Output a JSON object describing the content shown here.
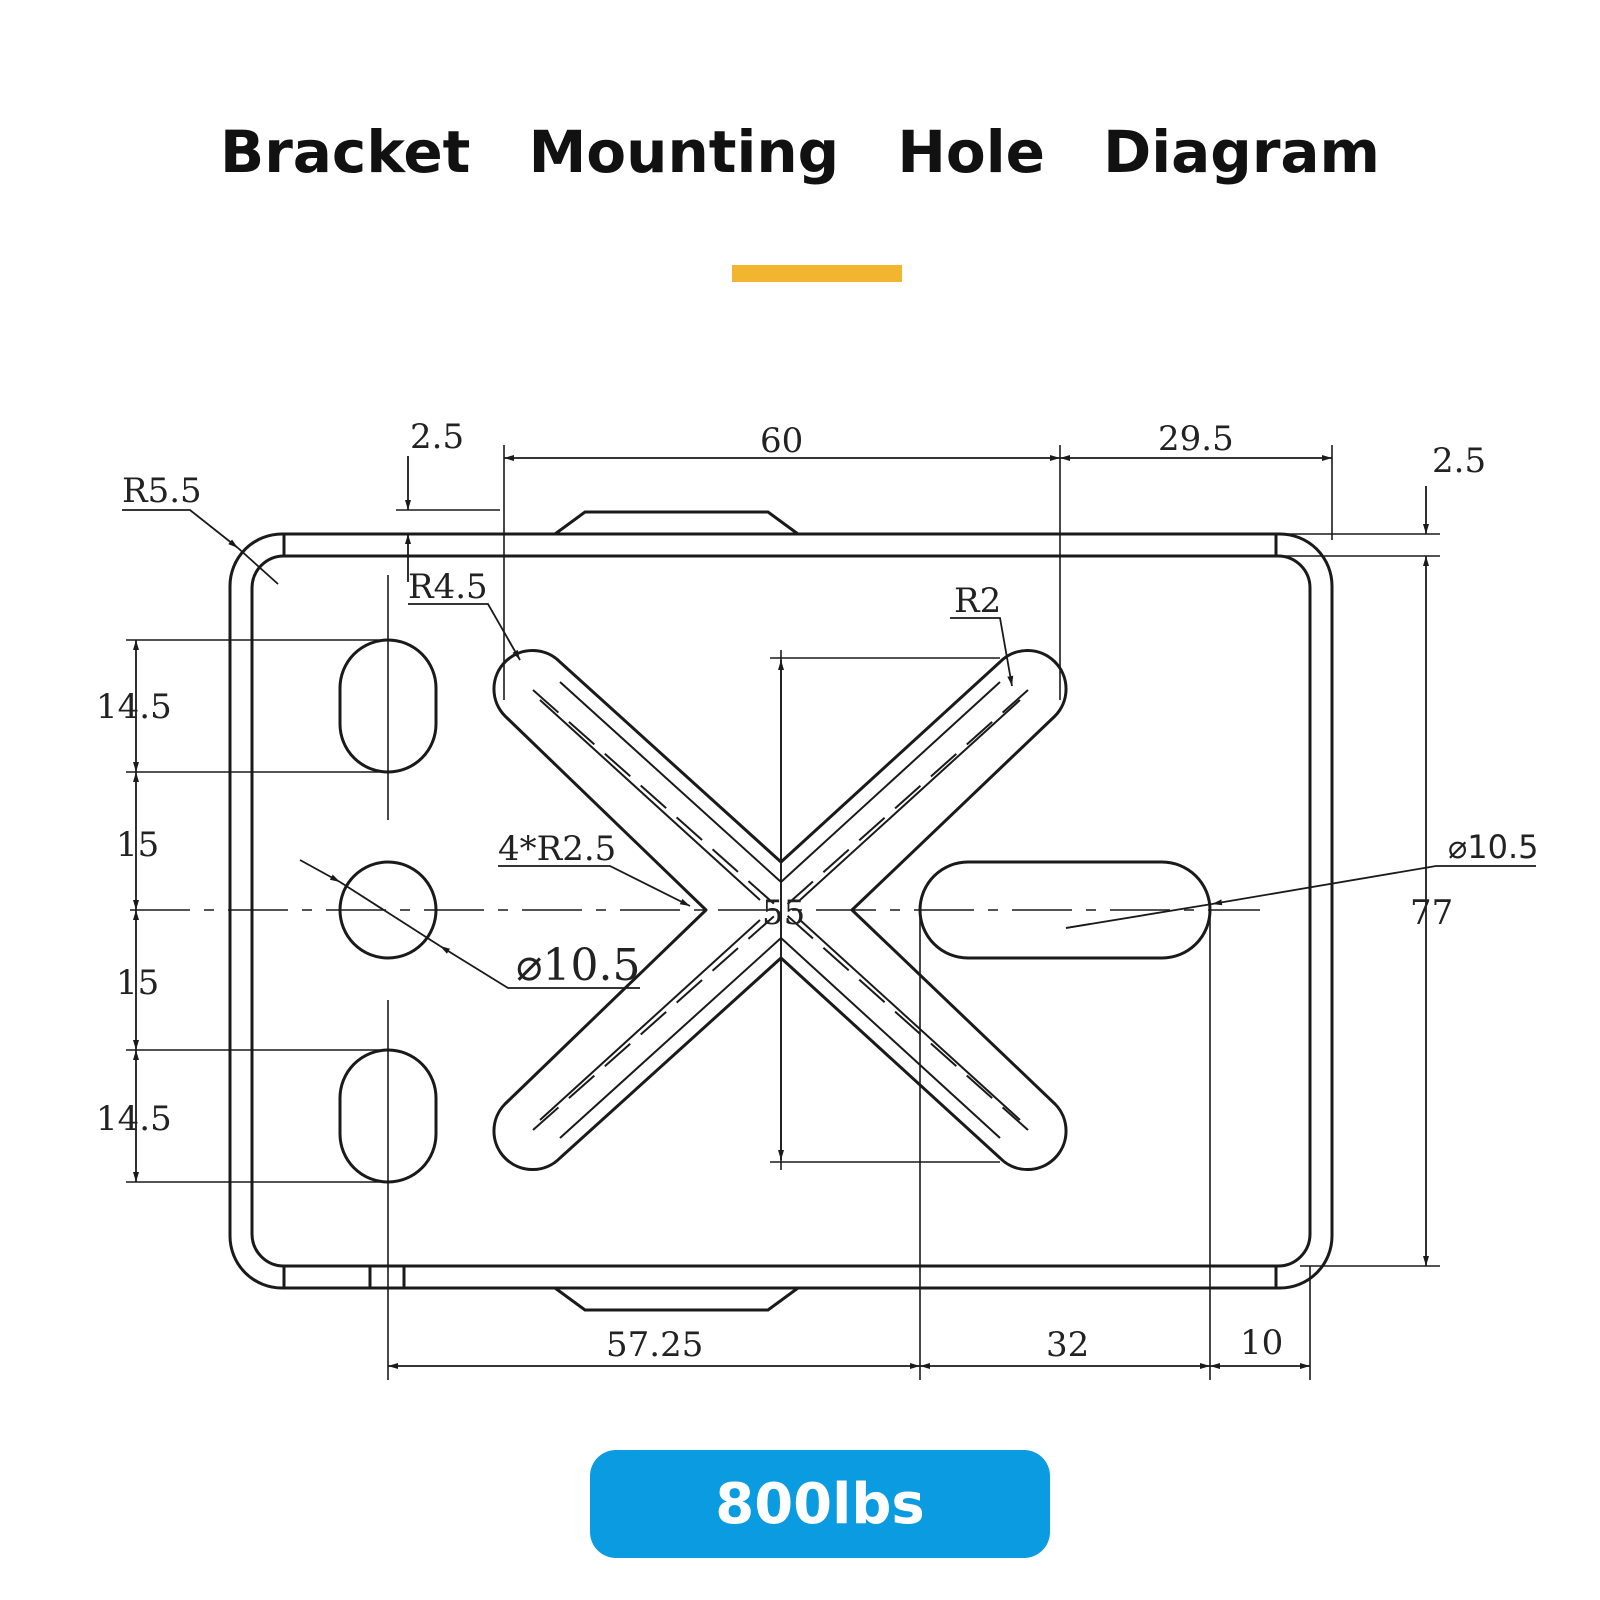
{
  "header": {
    "title": "Bracket Mounting Hole Diagram"
  },
  "colors": {
    "accent": "#F2B530",
    "badge": "#0A9BE0",
    "line": "#1A1A1A"
  },
  "dimensions": {
    "top_left_offset": "2.5",
    "top_center": "60",
    "top_right": "29.5",
    "right_top_offset": "2.5",
    "corner_radius": "R5.5",
    "slot_end_radius": "R4.5",
    "slot_tip_radius": "R2",
    "left_upper_pitch": "14.5",
    "left_mid_upper": "15",
    "left_mid_lower": "15",
    "left_lower_pitch": "14.5",
    "inner_radius": "4*R2.5",
    "hole_diameter_left": "⌀10.5",
    "center_height": "55",
    "hole_diameter_right": "⌀10.5",
    "total_height": "77",
    "bottom_left": "57.25",
    "bottom_mid": "32",
    "bottom_right": "10"
  },
  "badge": {
    "label": "800lbs"
  }
}
